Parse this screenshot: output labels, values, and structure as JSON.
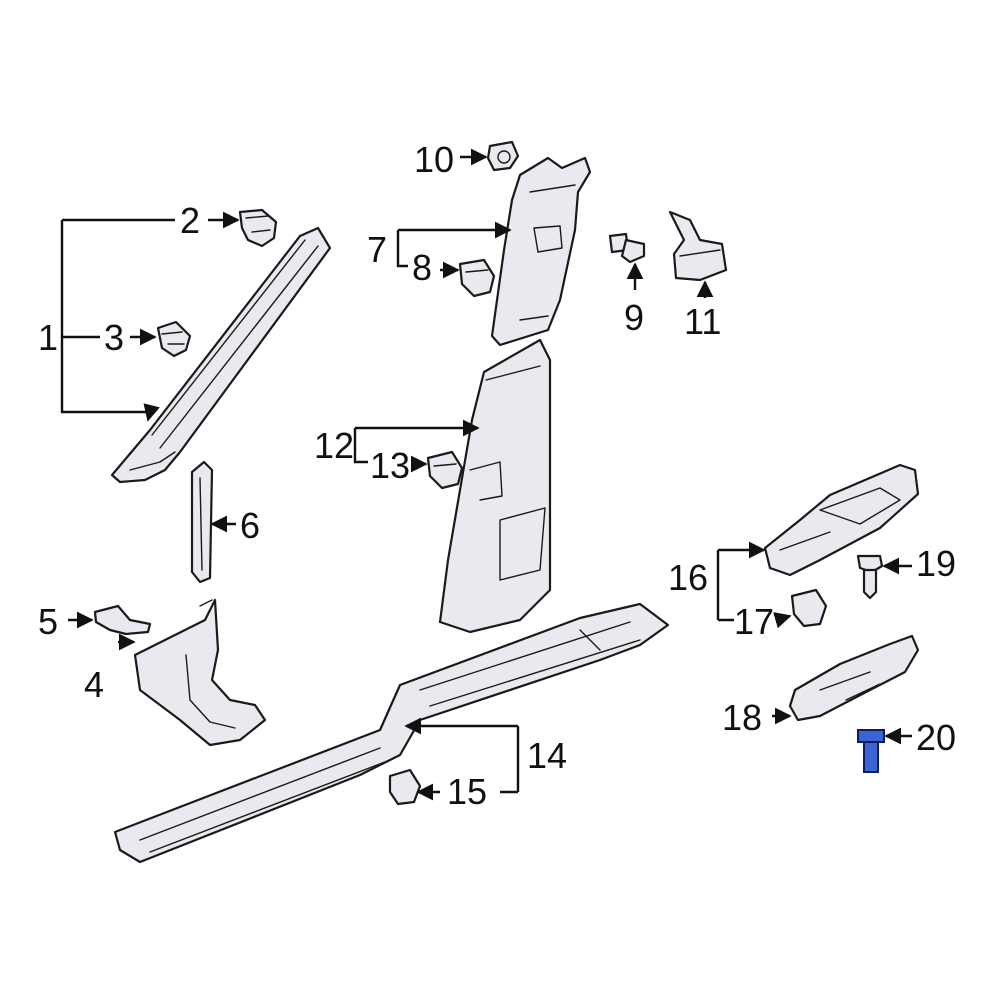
{
  "diagram": {
    "callouts": [
      {
        "id": "1",
        "label": "1"
      },
      {
        "id": "2",
        "label": "2"
      },
      {
        "id": "3",
        "label": "3"
      },
      {
        "id": "4",
        "label": "4"
      },
      {
        "id": "5",
        "label": "5"
      },
      {
        "id": "6",
        "label": "6"
      },
      {
        "id": "7",
        "label": "7"
      },
      {
        "id": "8",
        "label": "8"
      },
      {
        "id": "9",
        "label": "9"
      },
      {
        "id": "10",
        "label": "10"
      },
      {
        "id": "11",
        "label": "11"
      },
      {
        "id": "12",
        "label": "12"
      },
      {
        "id": "13",
        "label": "13"
      },
      {
        "id": "14",
        "label": "14"
      },
      {
        "id": "15",
        "label": "15"
      },
      {
        "id": "16",
        "label": "16"
      },
      {
        "id": "17",
        "label": "17"
      },
      {
        "id": "18",
        "label": "18"
      },
      {
        "id": "19",
        "label": "19"
      },
      {
        "id": "20",
        "label": "20"
      }
    ],
    "highlighted_part": "20",
    "colors": {
      "highlight": "#3a63d6",
      "part_fill": "#e9e9ef",
      "line": "#1a1a1a"
    }
  }
}
